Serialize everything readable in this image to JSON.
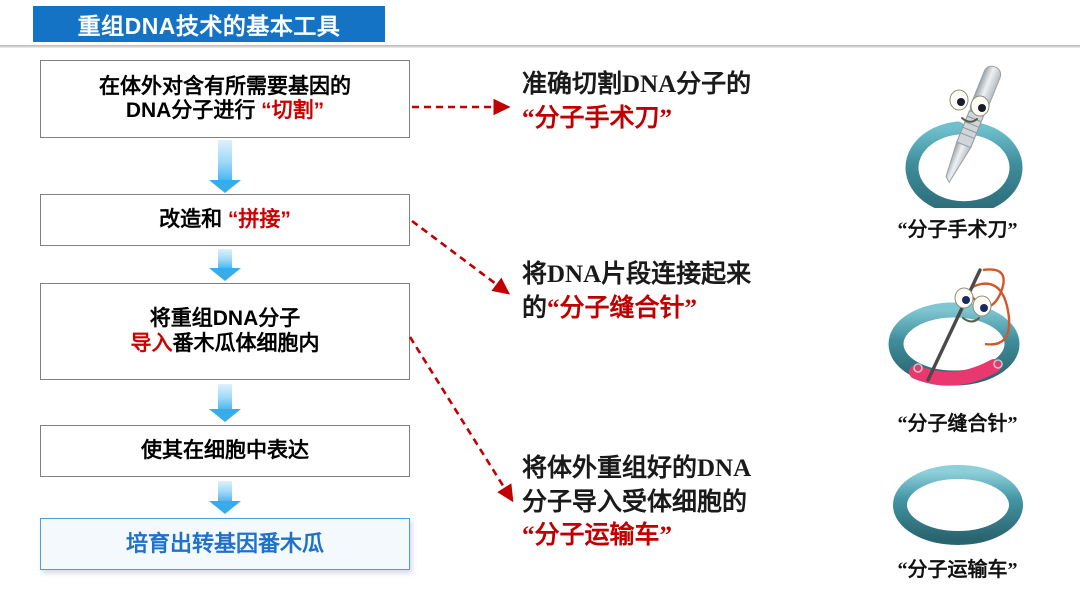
{
  "slide": {
    "title": "重组DNA技术的基本工具",
    "title_bg": "#1473c4",
    "title_color": "#ffffff",
    "accent_red": "#c00000",
    "accent_blue": "#1f72c8",
    "ring_teal": "#3f8d9b"
  },
  "flow": {
    "boxes": [
      {
        "id": "box1",
        "lines": [
          {
            "black": "在体外对含有所需要基因的",
            "red": ""
          },
          {
            "black": "DNA分子进行",
            "red": "“切割”"
          }
        ]
      },
      {
        "id": "box2",
        "lines": [
          {
            "black": "改造和",
            "red": "“拼接”"
          }
        ]
      },
      {
        "id": "box3",
        "lines": [
          {
            "black": "将重组DNA分子",
            "red": ""
          },
          {
            "black": "",
            "red": "导入",
            "tail": "番木瓜体细胞内"
          }
        ]
      },
      {
        "id": "box4",
        "lines": [
          {
            "black": "使其在细胞中表达",
            "red": ""
          }
        ]
      },
      {
        "id": "box5",
        "lines": [
          {
            "black": "培育出转基因番木瓜",
            "red": ""
          }
        ]
      }
    ]
  },
  "explanations": [
    {
      "id": "rt1",
      "line1": "准确切割DNA分子的",
      "line2_red": "“分子手术刀”",
      "line2_black": "",
      "line3_red": ""
    },
    {
      "id": "rt2",
      "line1": "将DNA片段连接起来",
      "line2_black": "的",
      "line2_red": "“分子缝合针”",
      "line3_red": ""
    },
    {
      "id": "rt3",
      "line1": "将体外重组好的DNA",
      "line2_black": "分子导入受体细胞的",
      "line2_red": "",
      "line3_red": "“分子运输车”"
    }
  ],
  "illustrations": [
    {
      "id": "il1",
      "caption": "“分子手术刀”",
      "icon": "plasmid-with-scalpel-icon"
    },
    {
      "id": "il2",
      "caption": "“分子缝合针”",
      "icon": "plasmid-with-needle-icon"
    },
    {
      "id": "il3",
      "caption": "“分子运输车”",
      "icon": "plasmid-ring-icon"
    }
  ]
}
